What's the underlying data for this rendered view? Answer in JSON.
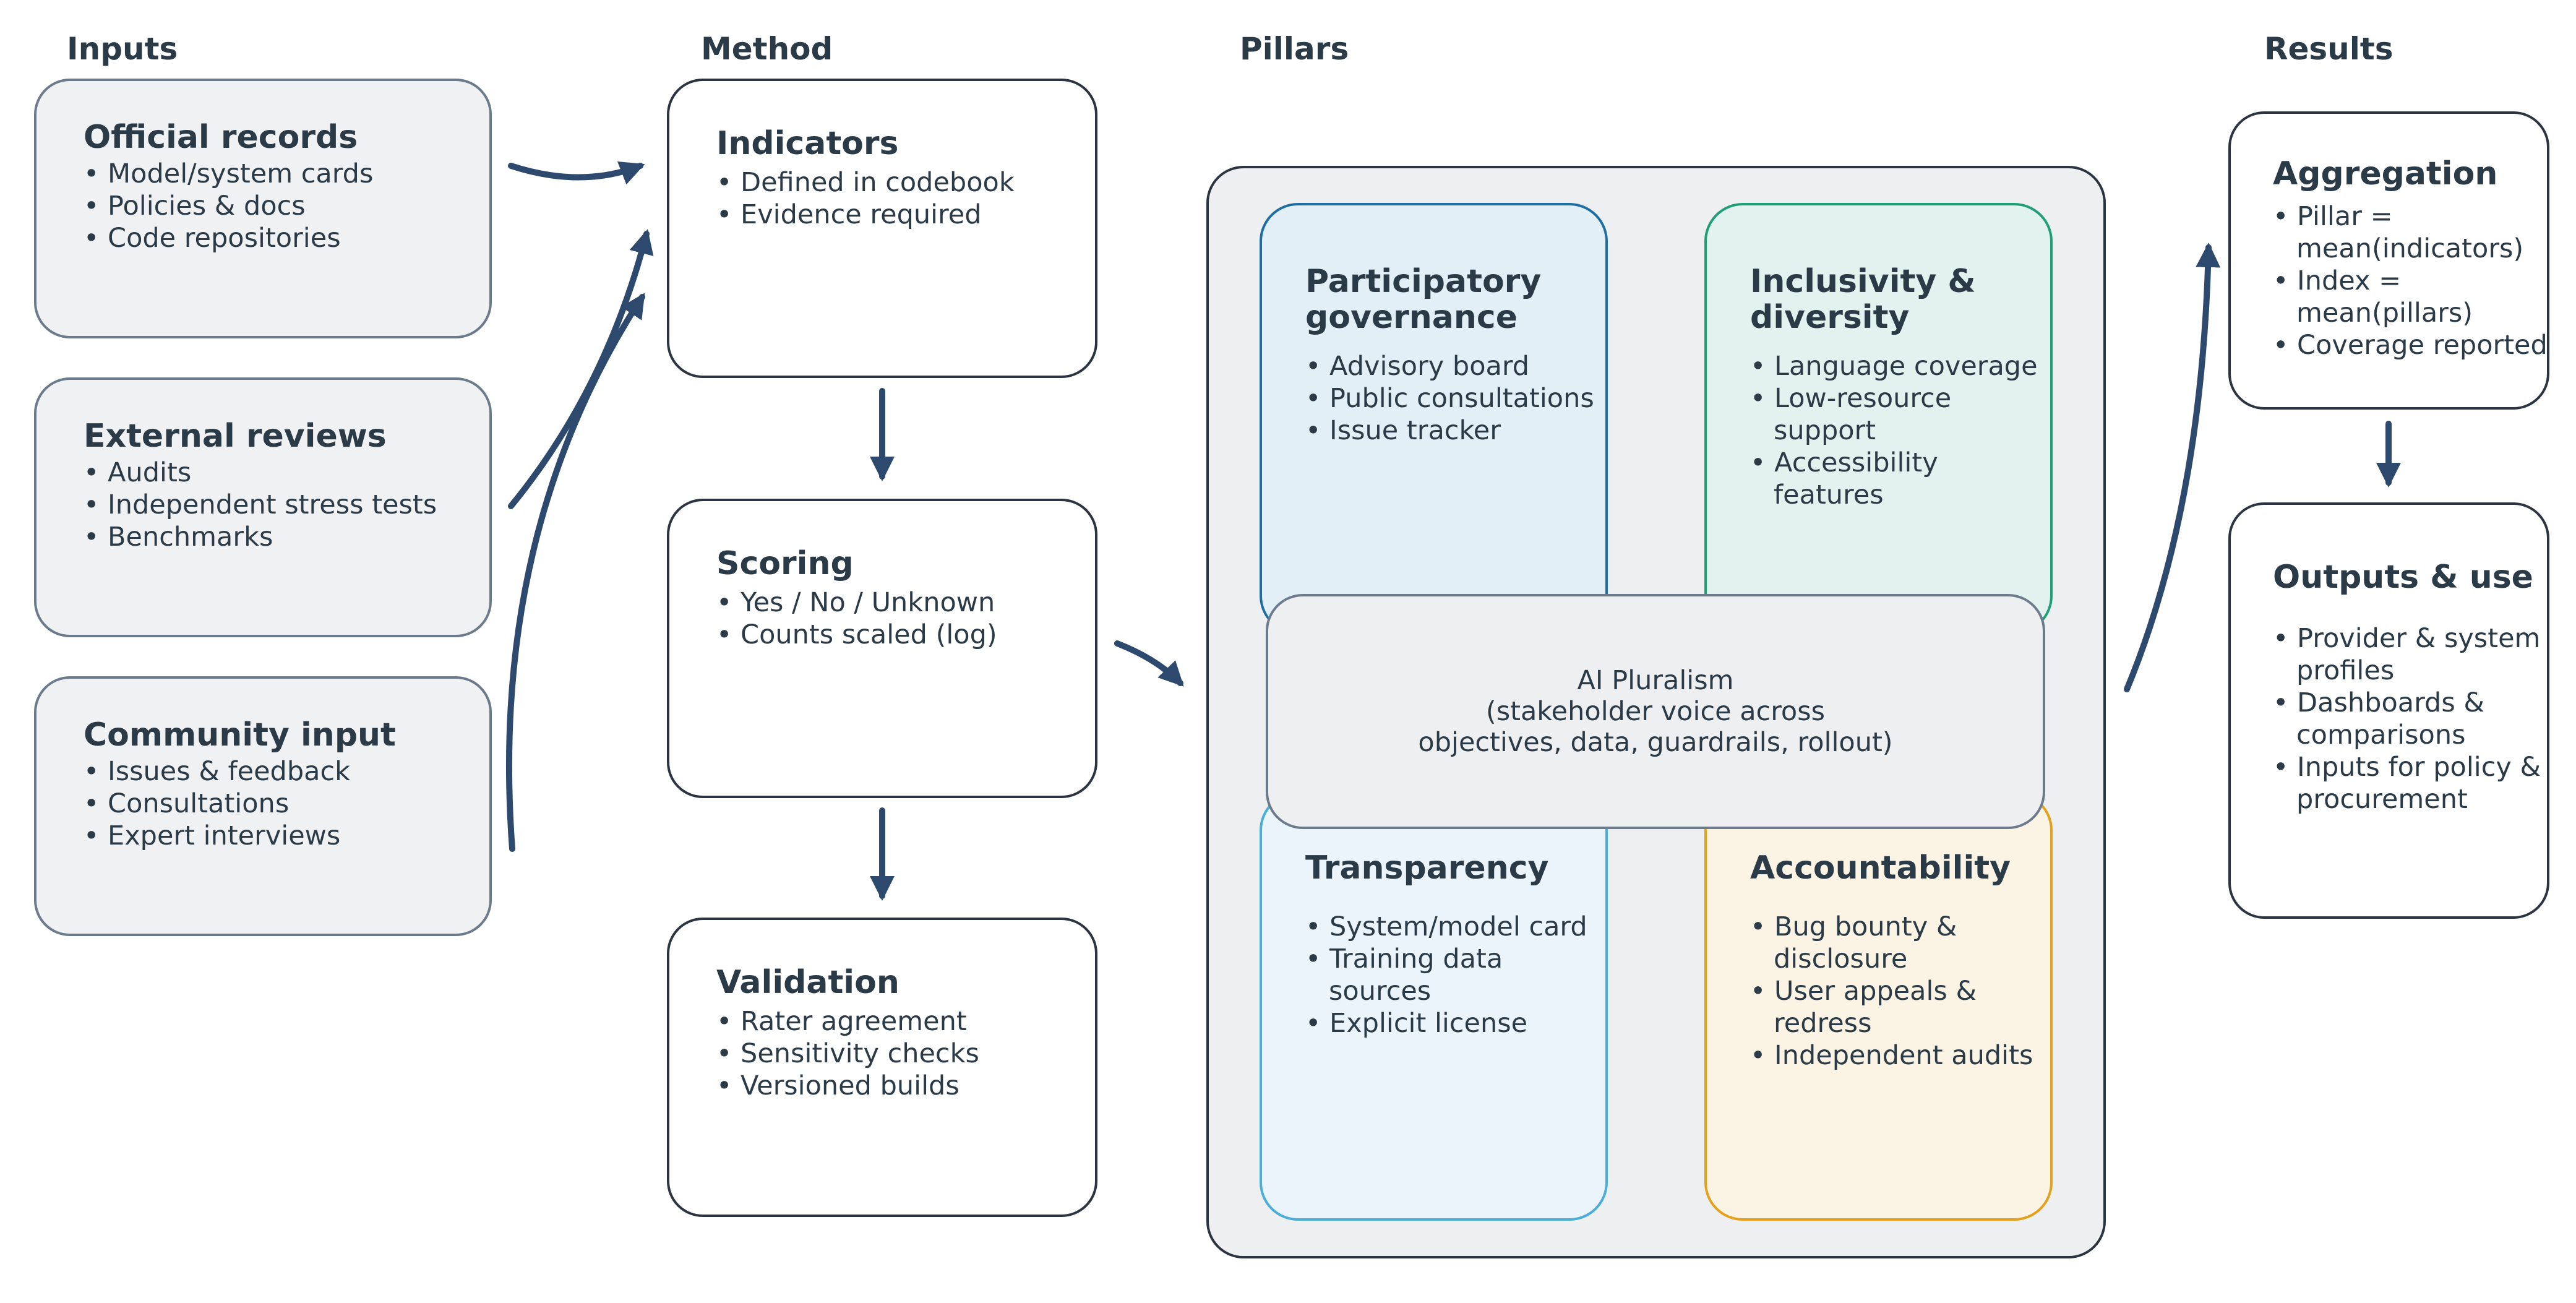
{
  "columns": {
    "inputs": "Inputs",
    "method": "Method",
    "pillars": "Pillars",
    "results": "Results"
  },
  "inputs": [
    {
      "title": "Official records",
      "items": [
        "Model/system cards",
        "Policies & docs",
        "Code repositories"
      ]
    },
    {
      "title": "External reviews",
      "items": [
        "Audits",
        "Independent stress tests",
        "Benchmarks"
      ]
    },
    {
      "title": "Community input",
      "items": [
        "Issues & feedback",
        "Consultations",
        "Expert interviews"
      ]
    }
  ],
  "method": [
    {
      "title": "Indicators",
      "items": [
        "Defined in codebook",
        "Evidence required"
      ]
    },
    {
      "title": "Scoring",
      "items": [
        "Yes / No / Unknown",
        "Counts scaled (log)"
      ]
    },
    {
      "title": "Validation",
      "items": [
        "Rater agreement",
        "Sensitivity checks",
        "Versioned builds"
      ]
    }
  ],
  "pillars": {
    "participatory": {
      "title": "Participatory governance",
      "items": [
        "Advisory board",
        "Public consultations",
        "Issue tracker"
      ]
    },
    "inclusivity": {
      "title": "Inclusivity & diversity",
      "items": [
        "Language coverage",
        "Low-resource support",
        "Accessibility features"
      ]
    },
    "transparency": {
      "title": "Transparency",
      "items": [
        "System/model card",
        "Training data sources",
        "Explicit license"
      ]
    },
    "accountability": {
      "title": "Accountability",
      "items": [
        "Bug bounty & disclosure",
        "User appeals & redress",
        "Independent audits"
      ]
    },
    "center": "AI Pluralism\n(stakeholder voice across\nobjectives, data, guardrails, rollout)"
  },
  "results": [
    {
      "title": "Aggregation",
      "items": [
        "Pillar = mean(indicators)",
        "Index = mean(pillars)",
        "Coverage reported"
      ]
    },
    {
      "title": "Outputs & use",
      "items": [
        "Provider & system profiles",
        "Dashboards & comparisons",
        "Inputs for policy & procurement"
      ]
    }
  ],
  "colors": {
    "arrow": "#2d4a6e",
    "participatory_fill": "#e2eff6",
    "participatory_border": "#1f6ea3",
    "inclusivity_fill": "#e2f3ef",
    "inclusivity_border": "#1f9e78",
    "transparency_fill": "#ebf4fb",
    "transparency_border": "#4aaed9",
    "accountability_fill": "#fbf3e3",
    "accountability_border": "#e4a11c"
  }
}
